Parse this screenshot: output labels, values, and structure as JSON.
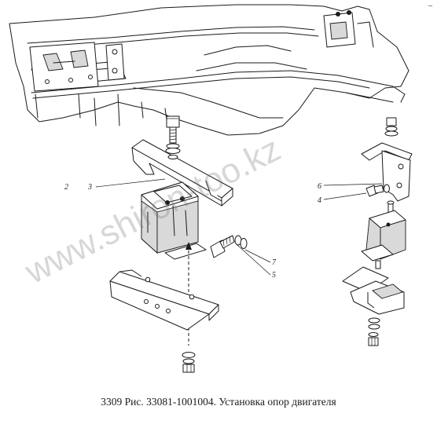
{
  "caption": "3309 Рис. 33081-1001004. Установка опор двигателя",
  "watermark": "www.shiron-too.kz",
  "callouts": {
    "c2": "2",
    "c3": "3",
    "c4": "4",
    "c5": "5",
    "c6": "6",
    "c7": "7"
  },
  "corner_mark": "–",
  "colors": {
    "line": "#1a1a1a",
    "rubber": "#d9d9d9",
    "watermark": "#6e6e6e"
  }
}
